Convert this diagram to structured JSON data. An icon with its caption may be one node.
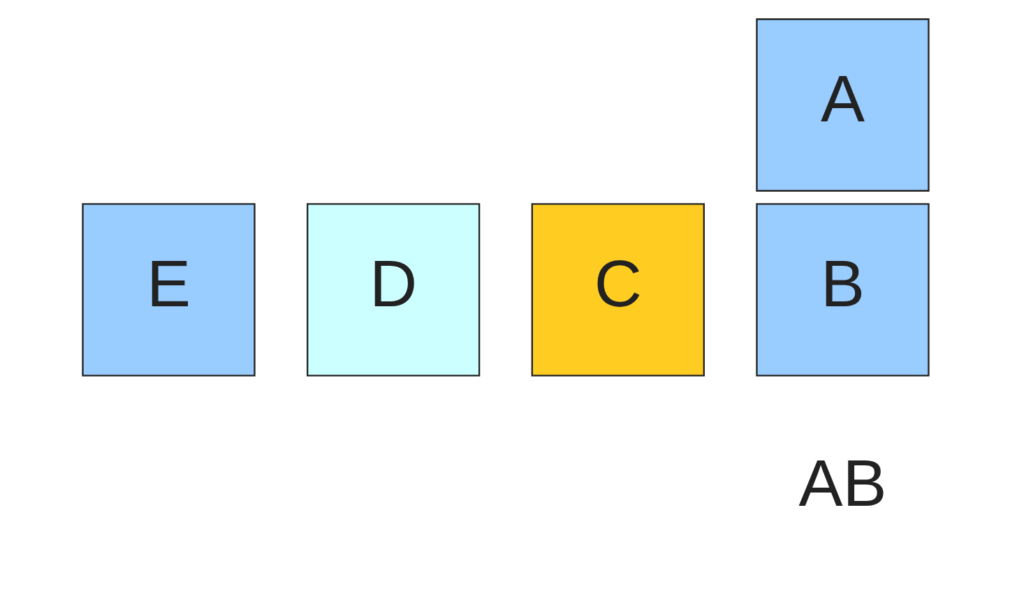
{
  "diagram": {
    "nodes": [
      {
        "text": [
          "A"
        ]
      },
      {
        "text": [
          "E"
        ]
      },
      {
        "text": [
          "D"
        ]
      },
      {
        "text": [
          "C"
        ]
      },
      {
        "text": [
          "B"
        ]
      }
    ],
    "edges": [],
    "labels": [
      "AB"
    ]
  }
}
